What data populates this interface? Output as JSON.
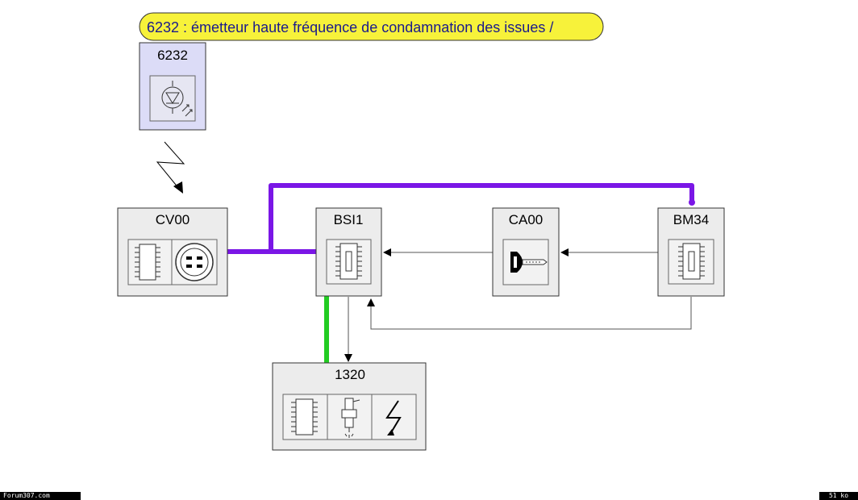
{
  "title": "6232 : émetteur haute fréquence de condamnation des issues /",
  "colors": {
    "title_bg": "#f7f23a",
    "title_text": "#1a1a8c",
    "emitter_bg": "#dcdcf7",
    "component_bg": "#ececec",
    "can_bus": "#7a16e6",
    "green_link": "#22cc22",
    "wire": "#555555"
  },
  "components": {
    "emitter": {
      "label": "6232",
      "icon": "rf-emitter-icon"
    },
    "cv00": {
      "label": "CV00",
      "icons": [
        "ecu-chip-icon",
        "switch-control-icon"
      ]
    },
    "bsi1": {
      "label": "BSI1",
      "icons": [
        "ecu-chip-icon"
      ]
    },
    "ca00": {
      "label": "CA00",
      "icons": [
        "ignition-key-icon"
      ]
    },
    "bm34": {
      "label": "BM34",
      "icons": [
        "ecu-chip-icon"
      ]
    },
    "c1320": {
      "label": "1320",
      "icons": [
        "ecu-chip-icon",
        "injector-icon",
        "spark-icon"
      ]
    }
  },
  "footer": {
    "left": "Forum307.com",
    "right": "51 ko"
  }
}
